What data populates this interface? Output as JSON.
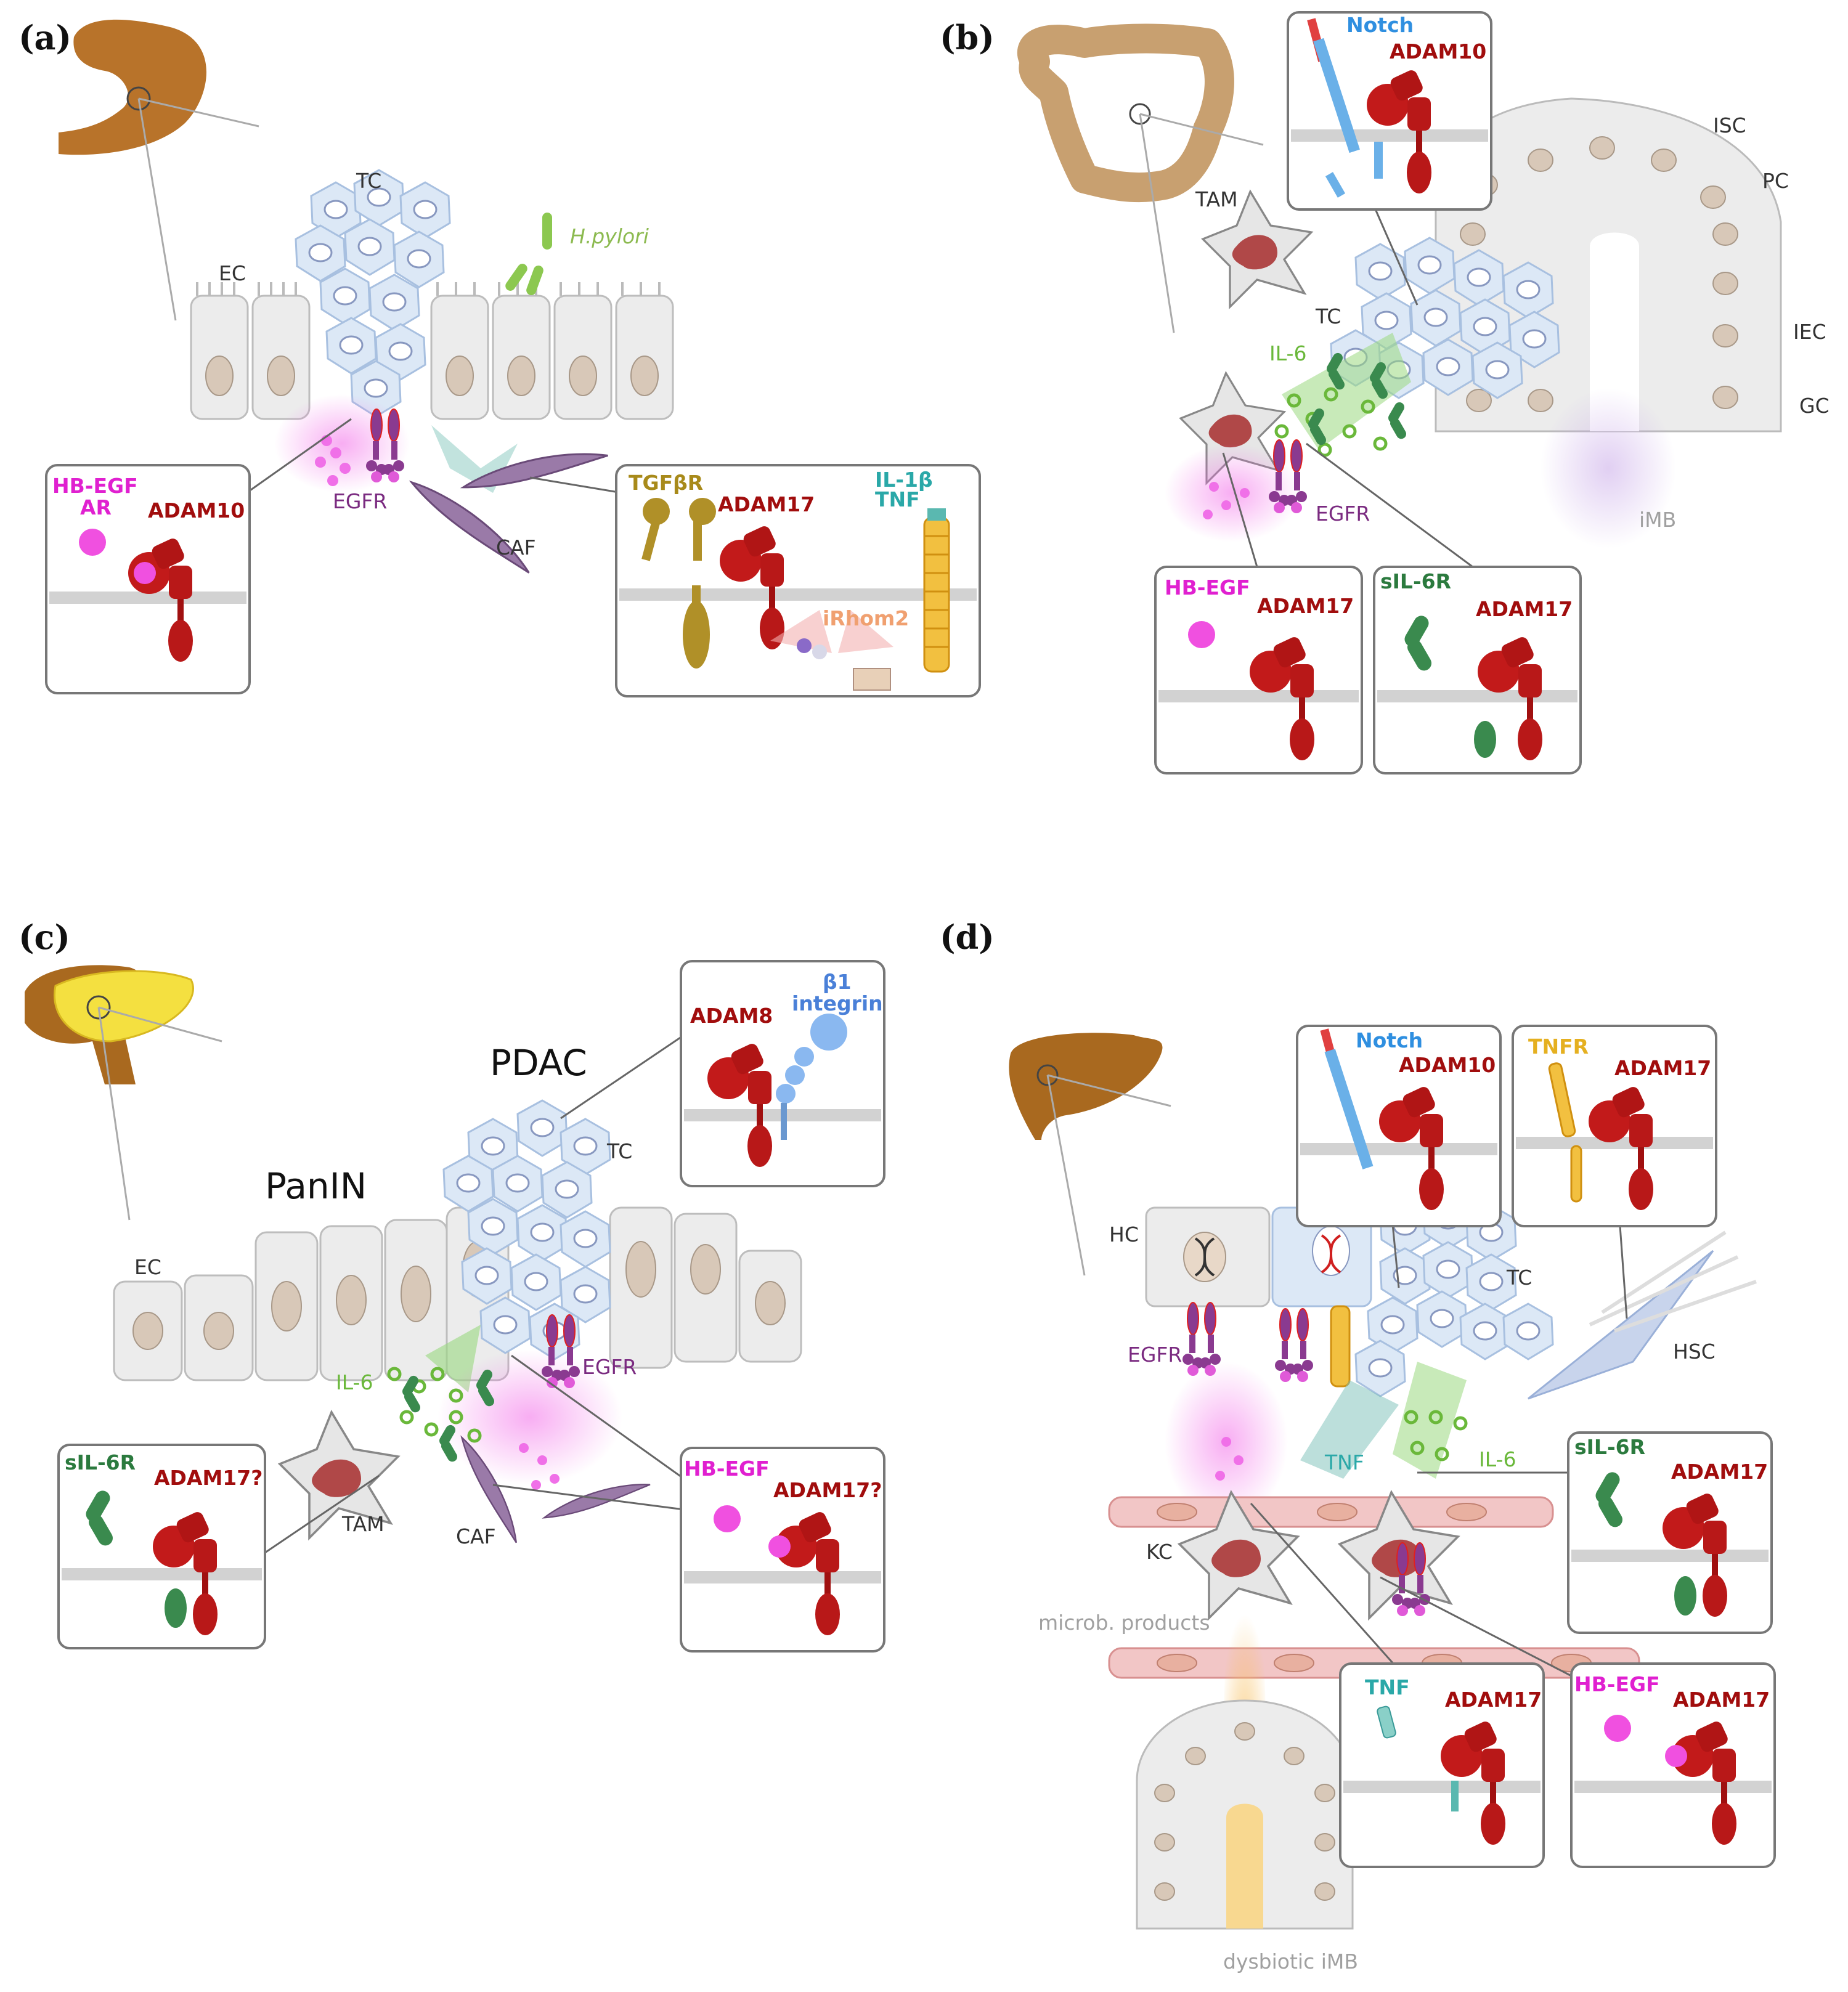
{
  "panels": {
    "a": {
      "label": "(a)",
      "cells": {
        "tc": "TC",
        "ec": "EC",
        "caf": "CAF",
        "egfr": "EGFR",
        "hpylori": "H.pylori"
      },
      "box1": {
        "hbegf": "HB-EGF",
        "ar": "AR",
        "adam": "ADAM10"
      },
      "box2": {
        "tgfbr": "TGFβR",
        "adam": "ADAM17",
        "il1b": "IL-1β",
        "tnf": "TNF",
        "irhom": "iRhom2"
      }
    },
    "b": {
      "label": "(b)",
      "cells": {
        "isc": "ISC",
        "pc": "PC",
        "iec": "IEC",
        "gc": "GC",
        "tam": "TAM",
        "tc": "TC",
        "il6": "IL-6",
        "egfr": "EGFR",
        "imb": "iMB"
      },
      "box1": {
        "notch": "Notch",
        "adam": "ADAM10"
      },
      "box2": {
        "hbegf": "HB-EGF",
        "adam": "ADAM17"
      },
      "box3": {
        "sil6r": "sIL-6R",
        "adam": "ADAM17"
      }
    },
    "c": {
      "label": "(c)",
      "cells": {
        "pdac": "PDAC",
        "panin": "PanIN",
        "tc": "TC",
        "ec": "EC",
        "il6": "IL-6",
        "egfr": "EGFR",
        "tam": "TAM",
        "caf": "CAF"
      },
      "box1": {
        "adam": "ADAM8",
        "b1": "β1",
        "integrin": "integrin"
      },
      "box2": {
        "sil6r": "sIL-6R",
        "adam": "ADAM17?"
      },
      "box3": {
        "hbegf": "HB-EGF",
        "adam": "ADAM17?"
      }
    },
    "d": {
      "label": "(d)",
      "cells": {
        "hc": "HC",
        "tc": "TC",
        "hsc": "HSC",
        "egfr": "EGFR",
        "tnf": "TNF",
        "il6": "IL-6",
        "kc": "KC",
        "microb": "microb. products",
        "dysbiotic": "dysbiotic iMB"
      },
      "box1": {
        "notch": "Notch",
        "adam": "ADAM10"
      },
      "box2": {
        "tnfr": "TNFR",
        "adam": "ADAM17"
      },
      "box3": {
        "sil6r": "sIL-6R",
        "adam": "ADAM17"
      },
      "box4": {
        "tnf": "TNF",
        "adam": "ADAM17"
      },
      "box5": {
        "hbegf": "HB-EGF",
        "adam": "ADAM17"
      }
    }
  },
  "colors": {
    "adam": "#a10d0d",
    "hbegf": "#e020d0",
    "notch": "#2f8fe0",
    "egfr": "#7a2a80",
    "il6": "#6ab83a",
    "sil6r": "#2b7a3e",
    "tgfbr": "#a88a1a",
    "tnf": "#2aa8a8",
    "tnfr": "#e5b020",
    "irhom": "#f0a070",
    "stomach": "#b8732a",
    "liver": "#a0601a"
  }
}
